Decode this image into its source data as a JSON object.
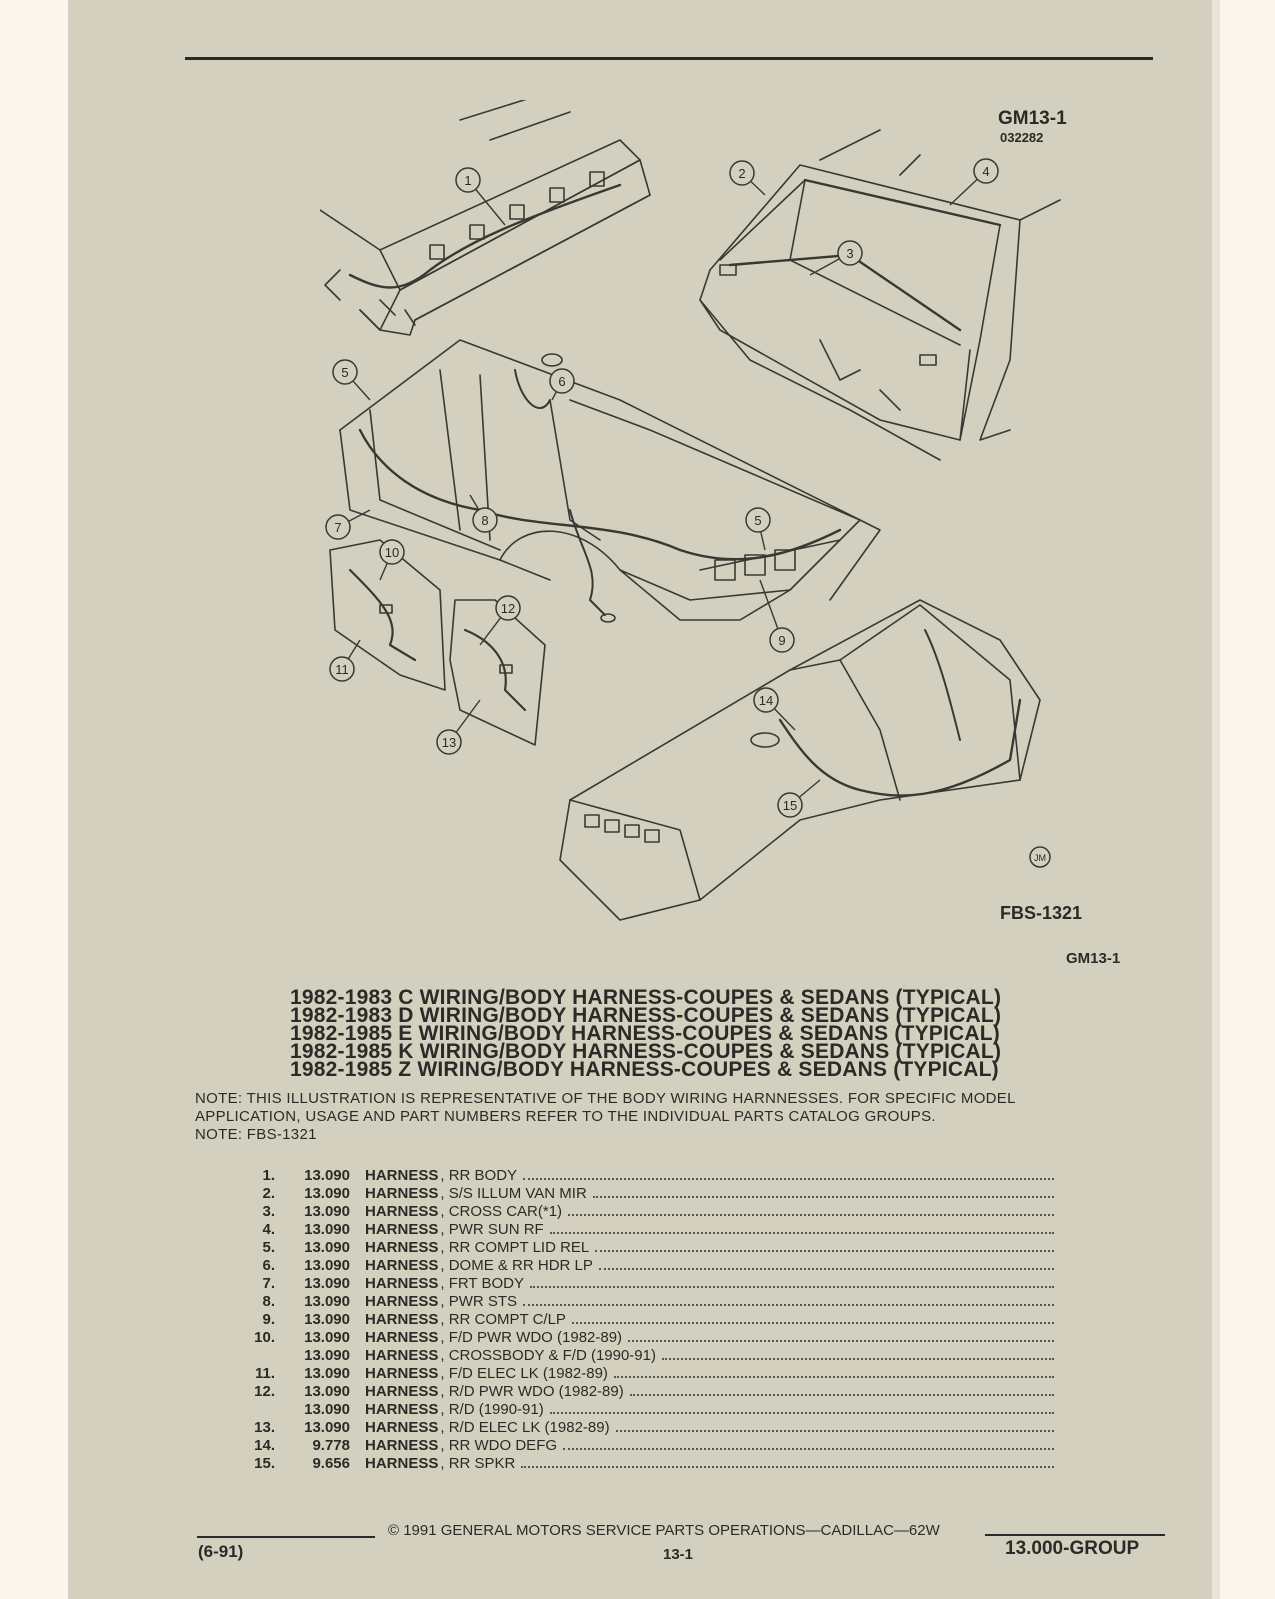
{
  "header": {
    "figure_code": "GM13-1",
    "figure_sub": "032282"
  },
  "figure": {
    "label": "FBS-1321",
    "code_repeat": "GM13-1",
    "artist_mark": "JM",
    "callouts": [
      "1",
      "2",
      "3",
      "4",
      "5",
      "6",
      "7",
      "8",
      "5",
      "10",
      "12",
      "11",
      "9",
      "13",
      "14",
      "15"
    ]
  },
  "titles": [
    "1982-1983 C WIRING/BODY HARNESS-COUPES & SEDANS (TYPICAL)",
    "1982-1983 D WIRING/BODY HARNESS-COUPES & SEDANS (TYPICAL)",
    "1982-1985 E WIRING/BODY HARNESS-COUPES & SEDANS (TYPICAL)",
    "1982-1985 K WIRING/BODY HARNESS-COUPES & SEDANS (TYPICAL)",
    "1982-1985 Z WIRING/BODY HARNESS-COUPES & SEDANS (TYPICAL)"
  ],
  "notes": [
    "NOTE:  THIS ILLUSTRATION IS REPRESENTATIVE OF THE BODY WIRING HARNNESSES. FOR SPECIFIC MODEL",
    "APPLICATION, USAGE AND PART NUMBERS REFER TO THE INDIVIDUAL PARTS CATALOG GROUPS.",
    "NOTE:  FBS-1321"
  ],
  "parts": [
    {
      "num": "1.",
      "code": "13.090",
      "name": "HARNESS",
      "desc": ", RR BODY"
    },
    {
      "num": "2.",
      "code": "13.090",
      "name": "HARNESS",
      "desc": ", S/S ILLUM VAN MIR"
    },
    {
      "num": "3.",
      "code": "13.090",
      "name": "HARNESS",
      "desc": ", CROSS CAR(*1)"
    },
    {
      "num": "4.",
      "code": "13.090",
      "name": "HARNESS",
      "desc": ", PWR SUN RF"
    },
    {
      "num": "5.",
      "code": "13.090",
      "name": "HARNESS",
      "desc": ", RR COMPT LID REL"
    },
    {
      "num": "6.",
      "code": "13.090",
      "name": "HARNESS",
      "desc": ", DOME & RR HDR LP"
    },
    {
      "num": "7.",
      "code": "13.090",
      "name": "HARNESS",
      "desc": ", FRT BODY"
    },
    {
      "num": "8.",
      "code": "13.090",
      "name": "HARNESS",
      "desc": ", PWR STS"
    },
    {
      "num": "9.",
      "code": "13.090",
      "name": "HARNESS",
      "desc": ", RR COMPT C/LP"
    },
    {
      "num": "10.",
      "code": "13.090",
      "name": "HARNESS",
      "desc": ", F/D PWR WDO (1982-89)"
    },
    {
      "num": "",
      "code": "13.090",
      "name": "HARNESS",
      "desc": ", CROSSBODY & F/D (1990-91)"
    },
    {
      "num": "11.",
      "code": "13.090",
      "name": "HARNESS",
      "desc": ", F/D ELEC LK (1982-89)"
    },
    {
      "num": "12.",
      "code": "13.090",
      "name": "HARNESS",
      "desc": ", R/D PWR WDO (1982-89)"
    },
    {
      "num": "",
      "code": "13.090",
      "name": "HARNESS",
      "desc": ", R/D (1990-91)"
    },
    {
      "num": "13.",
      "code": "13.090",
      "name": "HARNESS",
      "desc": ", R/D ELEC LK (1982-89)"
    },
    {
      "num": "14.",
      "code": "9.778",
      "name": "HARNESS",
      "desc": ", RR WDO DEFG"
    },
    {
      "num": "15.",
      "code": "9.656",
      "name": "HARNESS",
      "desc": ", RR SPKR"
    }
  ],
  "footer": {
    "copyright": "©  1991  GENERAL MOTORS SERVICE PARTS OPERATIONS—CADILLAC—62W",
    "date_code": "(6-91)",
    "page": "13-1",
    "group": "13.000-GROUP"
  }
}
